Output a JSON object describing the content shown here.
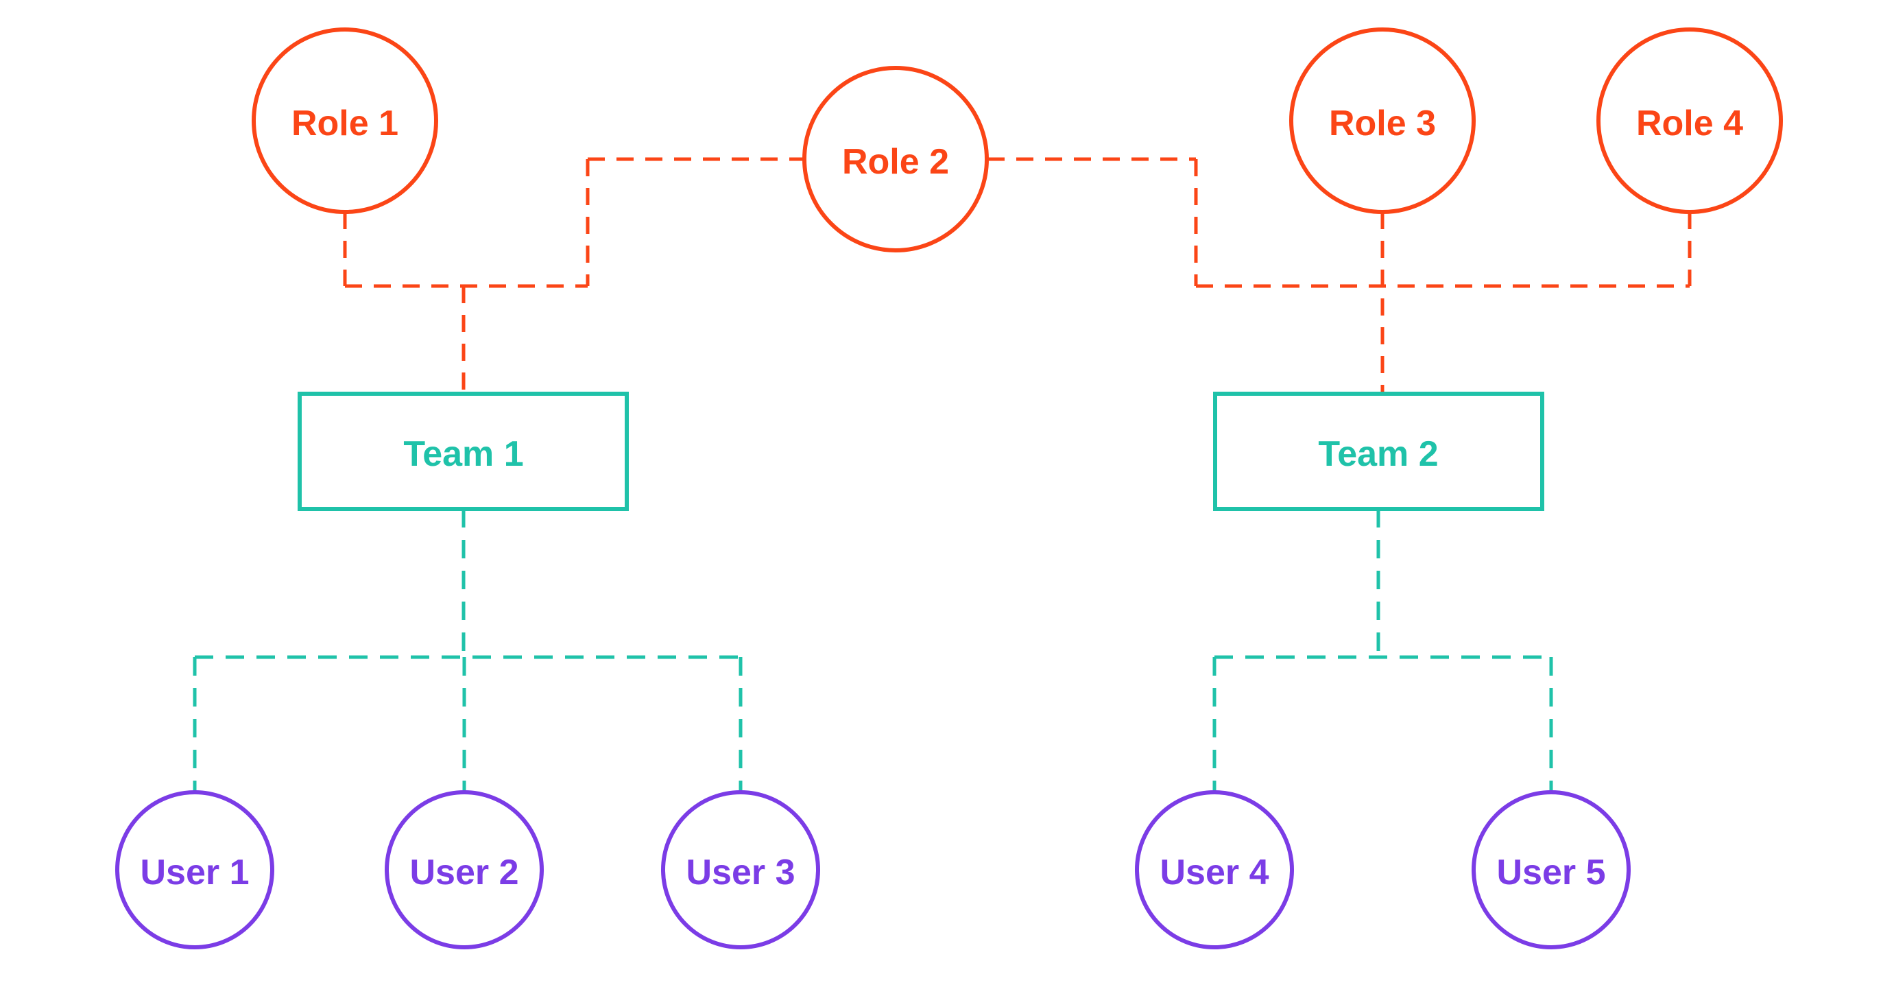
{
  "colors": {
    "background": "#FFFFFF",
    "role": "#FB4516",
    "team": "#1FC2A9",
    "user": "#7B3CE6"
  },
  "diagram": {
    "roles": [
      {
        "label": "Role 1"
      },
      {
        "label": "Role 2"
      },
      {
        "label": "Role 3"
      },
      {
        "label": "Role 4"
      }
    ],
    "teams": [
      {
        "label": "Team 1"
      },
      {
        "label": "Team 2"
      }
    ],
    "users": [
      {
        "label": "User 1"
      },
      {
        "label": "User 2"
      },
      {
        "label": "User 3"
      },
      {
        "label": "User 4"
      },
      {
        "label": "User 5"
      }
    ],
    "edges": [
      {
        "from": "Role 1",
        "to": "Team 1",
        "style": "dashed-orange"
      },
      {
        "from": "Role 2",
        "to": "Team 1",
        "style": "dashed-orange"
      },
      {
        "from": "Role 2",
        "to": "Team 2",
        "style": "dashed-orange"
      },
      {
        "from": "Role 3",
        "to": "Team 2",
        "style": "dashed-orange"
      },
      {
        "from": "Role 4",
        "to": "Team 2",
        "style": "dashed-orange"
      },
      {
        "from": "Team 1",
        "to": "User 1",
        "style": "dashed-teal"
      },
      {
        "from": "Team 1",
        "to": "User 2",
        "style": "dashed-teal"
      },
      {
        "from": "Team 1",
        "to": "User 3",
        "style": "dashed-teal"
      },
      {
        "from": "Team 2",
        "to": "User 4",
        "style": "dashed-teal"
      },
      {
        "from": "Team 2",
        "to": "User 5",
        "style": "dashed-teal"
      }
    ]
  }
}
